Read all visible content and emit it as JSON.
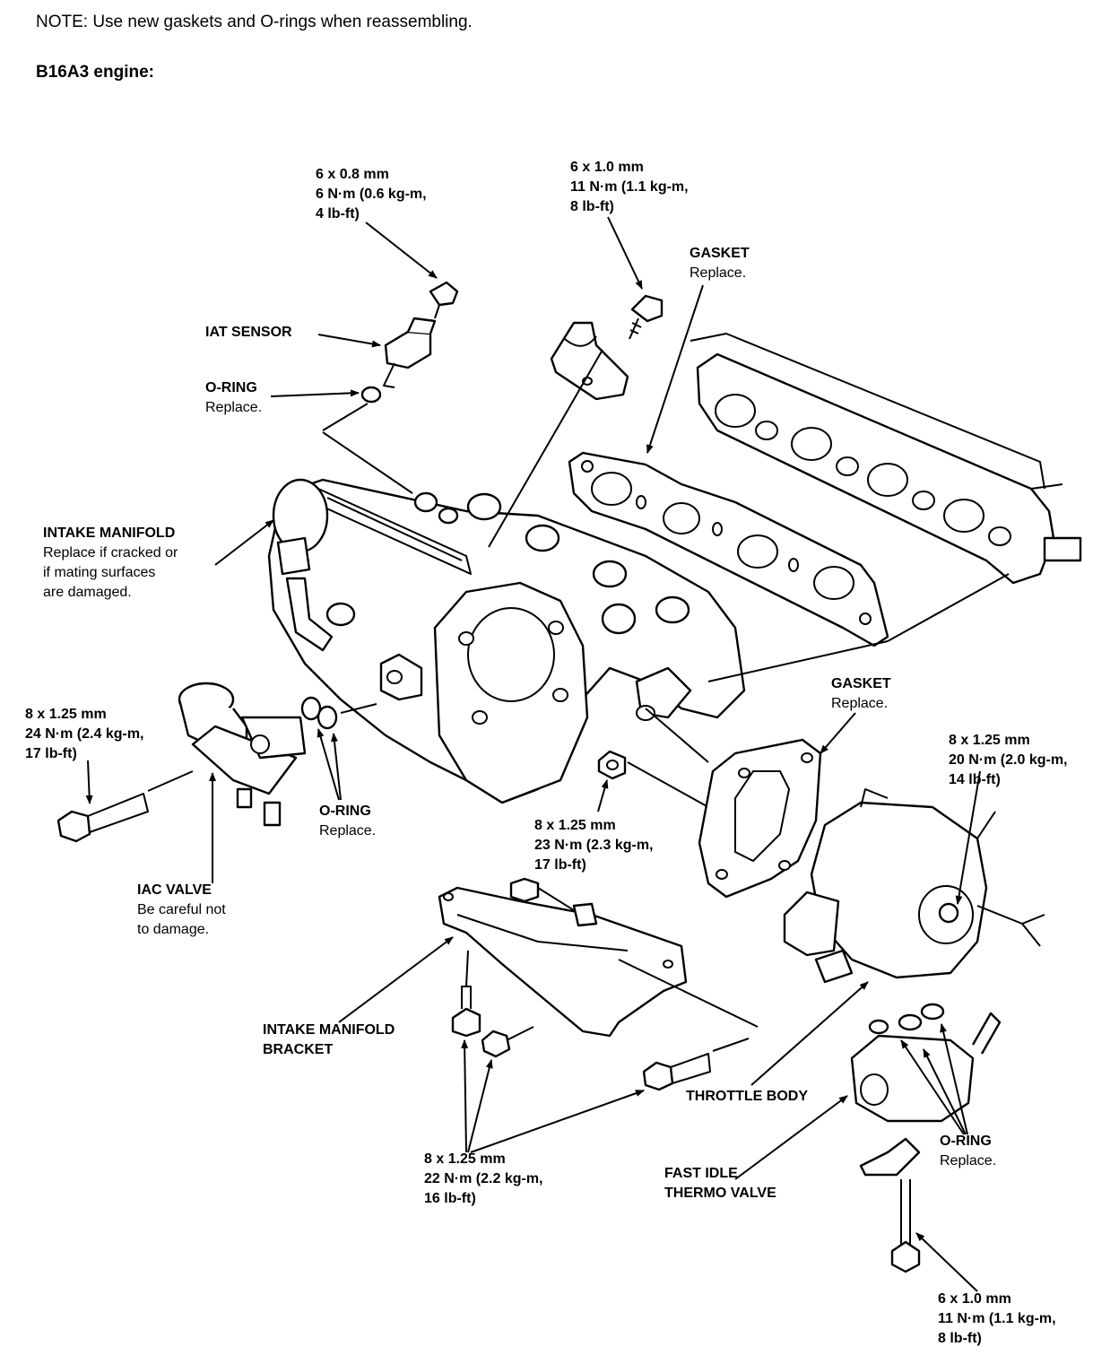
{
  "note": "NOTE: Use new gaskets and O-rings when reassembling.",
  "engine": "B16A3 engine:",
  "callouts": {
    "iat_bolt": [
      "6 x 0.8 mm",
      "6 N·m (0.6 kg-m,",
      "4 lb-ft)"
    ],
    "top_bolt": [
      "6 x 1.0 mm",
      "11 N·m (1.1 kg-m,",
      "8 lb-ft)"
    ],
    "gasket_top": {
      "title": "GASKET",
      "sub": "Replace."
    },
    "iat_sensor": "IAT SENSOR",
    "oring_top": {
      "title": "O-RING",
      "sub": "Replace."
    },
    "intake_manifold": {
      "title": "INTAKE MANIFOLD",
      "lines": [
        "Replace if cracked or",
        "if mating surfaces",
        "are damaged."
      ]
    },
    "iac_bolt": [
      "8 x 1.25 mm",
      "24 N·m (2.4 kg-m,",
      "17 lb-ft)"
    ],
    "oring_mid": {
      "title": "O-RING",
      "sub": "Replace."
    },
    "iac_valve": {
      "title": "IAC VALVE",
      "lines": [
        "Be careful not",
        "to damage."
      ]
    },
    "nut_mid": [
      "8 x 1.25 mm",
      "23 N·m (2.3 kg-m,",
      "17 lb-ft)"
    ],
    "gasket_mid": {
      "title": "GASKET",
      "sub": "Replace."
    },
    "tb_bolt": [
      "8 x 1.25 mm",
      "20 N·m (2.0 kg-m,",
      "14 lb-ft)"
    ],
    "bracket": {
      "lines": [
        "INTAKE MANIFOLD",
        "BRACKET"
      ]
    },
    "throttle_body": "THROTTLE BODY",
    "bracket_bolt": [
      "8 x 1.25 mm",
      "22 N·m (2.2 kg-m,",
      "16 lb-ft)"
    ],
    "fast_idle": {
      "lines": [
        "FAST IDLE",
        "THERMO VALVE"
      ]
    },
    "oring_bottom": {
      "title": "O-RING",
      "sub": "Replace."
    },
    "bottom_bolt": [
      "6 x 1.0 mm",
      "11 N·m (1.1 kg-m,",
      "8 lb-ft)"
    ]
  }
}
